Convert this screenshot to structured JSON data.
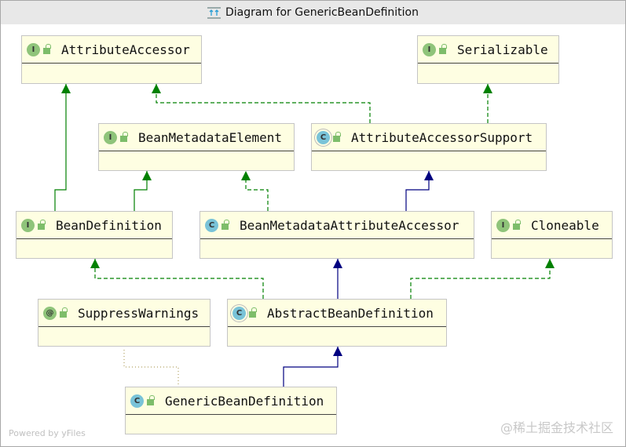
{
  "window": {
    "title": "Diagram for GenericBeanDefinition"
  },
  "nodes": [
    {
      "name": "AttributeAccessor",
      "kind": "interface",
      "badge": "I"
    },
    {
      "name": "Serializable",
      "kind": "interface",
      "badge": "I"
    },
    {
      "name": "BeanMetadataElement",
      "kind": "interface",
      "badge": "I"
    },
    {
      "name": "AttributeAccessorSupport",
      "kind": "abstract-class",
      "badge": "C"
    },
    {
      "name": "BeanDefinition",
      "kind": "interface",
      "badge": "I"
    },
    {
      "name": "BeanMetadataAttributeAccessor",
      "kind": "class",
      "badge": "C"
    },
    {
      "name": "Cloneable",
      "kind": "interface",
      "badge": "I"
    },
    {
      "name": "SuppressWarnings",
      "kind": "annotation",
      "badge": "@"
    },
    {
      "name": "AbstractBeanDefinition",
      "kind": "abstract-class",
      "badge": "C"
    },
    {
      "name": "GenericBeanDefinition",
      "kind": "class",
      "badge": "C"
    }
  ],
  "edges": [
    {
      "from": "BeanDefinition",
      "to": "AttributeAccessor",
      "type": "extends"
    },
    {
      "from": "BeanDefinition",
      "to": "BeanMetadataElement",
      "type": "extends"
    },
    {
      "from": "AttributeAccessorSupport",
      "to": "AttributeAccessor",
      "type": "implements"
    },
    {
      "from": "AttributeAccessorSupport",
      "to": "Serializable",
      "type": "implements"
    },
    {
      "from": "BeanMetadataAttributeAccessor",
      "to": "BeanMetadataElement",
      "type": "implements"
    },
    {
      "from": "BeanMetadataAttributeAccessor",
      "to": "AttributeAccessorSupport",
      "type": "class-extends"
    },
    {
      "from": "AbstractBeanDefinition",
      "to": "BeanDefinition",
      "type": "implements"
    },
    {
      "from": "AbstractBeanDefinition",
      "to": "BeanMetadataAttributeAccessor",
      "type": "class-extends"
    },
    {
      "from": "AbstractBeanDefinition",
      "to": "Cloneable",
      "type": "implements"
    },
    {
      "from": "GenericBeanDefinition",
      "to": "AbstractBeanDefinition",
      "type": "class-extends"
    },
    {
      "from": "GenericBeanDefinition",
      "to": "SuppressWarnings",
      "type": "annotated"
    }
  ],
  "colors": {
    "interface_badge": "#8fc47a",
    "class_badge": "#79c3d8",
    "annotation_badge": "#8fc47a",
    "extends": "#008000",
    "class_extends": "#000080",
    "annotated": "#b0a060",
    "node_fill": "#fefee2"
  },
  "footer": {
    "powered": "Powered by yFiles",
    "watermark": "@稀土掘金技术社区"
  }
}
